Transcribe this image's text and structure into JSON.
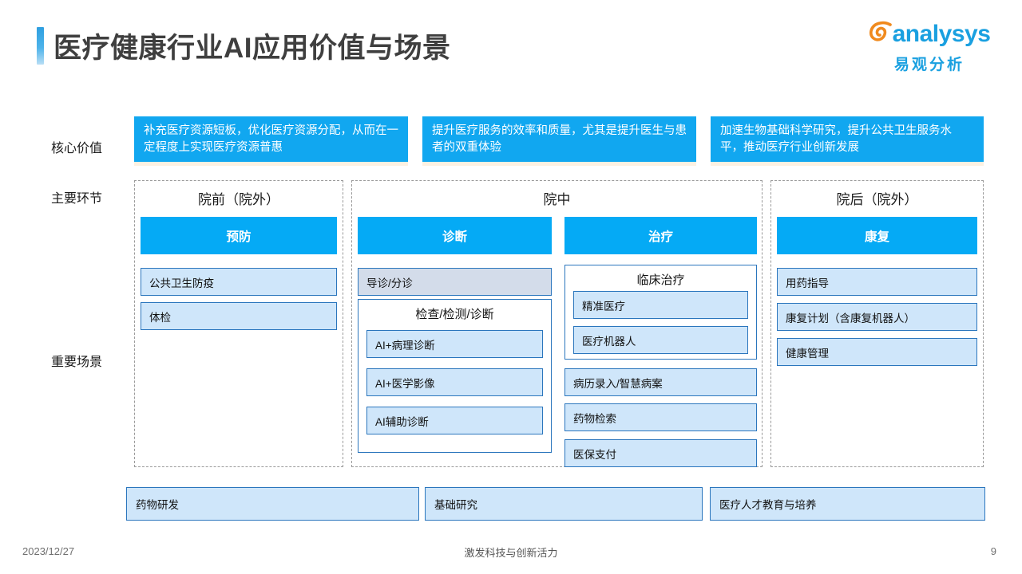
{
  "header": {
    "title": "医疗健康行业AI应用价值与场景",
    "logo_word": "analysys",
    "logo_cn": "易观分析",
    "accent_blue": "#05aaf5",
    "accent_orange": "#f08a1e"
  },
  "row_labels": {
    "core_value": "核心价值",
    "main_stages": "主要环节",
    "key_scenarios": "重要场景"
  },
  "core_values": [
    "补充医疗资源短板，优化医疗资源分配，从而在一定程度上实现医疗资源普惠",
    "提升医疗服务的效率和质量，尤其是提升医生与患者的双重体验",
    "加速生物基础科学研究，提升公共卫生服务水平，推动医疗行业创新发展"
  ],
  "stages": [
    {
      "name": "院前（院外）",
      "phases": [
        "预防"
      ]
    },
    {
      "name": "院中",
      "phases": [
        "诊断",
        "治疗"
      ]
    },
    {
      "name": "院后（院外）",
      "phases": [
        "康复"
      ]
    }
  ],
  "phases": {
    "prevention": "预防",
    "diagnosis": "诊断",
    "treatment": "治疗",
    "rehabilitation": "康复"
  },
  "scenarios": {
    "prevention": [
      "公共卫生防疫",
      "体检"
    ],
    "diagnosis_top": "导诊/分诊",
    "diagnosis_group_title": "检查/检测/诊断",
    "diagnosis_group_items": [
      "AI+病理诊断",
      "AI+医学影像",
      "AI辅助诊断"
    ],
    "treatment_group_title": "临床治疗",
    "treatment_group_items": [
      "精准医疗",
      "医疗机器人"
    ],
    "treatment_items": [
      "病历录入/智慧病案",
      "药物检索",
      "医保支付"
    ],
    "rehabilitation": [
      "用药指导",
      "康复计划（含康复机器人）",
      "健康管理"
    ]
  },
  "bottom_row": [
    "药物研发",
    "基础研究",
    "医疗人才教育与培养"
  ],
  "footer": {
    "date": "2023/12/27",
    "center": "激发科技与创新活力",
    "page": "9"
  }
}
